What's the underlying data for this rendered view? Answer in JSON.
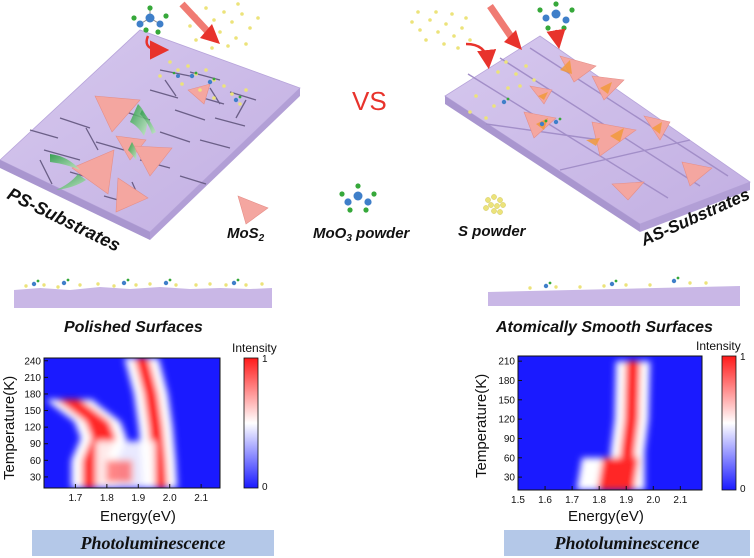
{
  "labels": {
    "vs": "VS",
    "ps_substrates": "PS-Substrates",
    "as_substrates": "AS-Substrates",
    "mos2": "MoS",
    "mos2_sub": "2",
    "moo3_powder_a": "MoO",
    "moo3_sub": "3",
    "moo3_powder_b": " powder",
    "s_powder": "S powder",
    "polished_surfaces": "Polished Surfaces",
    "atomically_smooth_surfaces": "Atomically Smooth Surfaces",
    "photoluminescence_left": "Photoluminescence",
    "photoluminescence_right": "Photoluminescence"
  },
  "colors": {
    "substrate_top": "#c9b7e6",
    "substrate_side": "#a996cf",
    "triangle": "#f4a6a0",
    "arrow": "#e8332c",
    "vs": "#e8332c",
    "sulfur": "#ece37a",
    "mo_atom": "#3f7fc9",
    "o_atom": "#36a83a",
    "banner": "#b4c8e8"
  },
  "icons": [
    "mos2-triangle-icon",
    "moo3-molecule-icon",
    "sulfur-powder-icon",
    "red-flow-arrow-icon"
  ],
  "chart_data": [
    {
      "type": "heatmap",
      "title": "",
      "xlabel": "Energy(eV)",
      "ylabel": "Temperature(K)",
      "colorbar_label": "Intensity",
      "colorbar_ticks": [
        "1",
        "0"
      ],
      "xlim": [
        1.6,
        2.16
      ],
      "ylim": [
        10,
        245
      ],
      "x_ticks": [
        1.7,
        1.8,
        1.9,
        2.0,
        2.1
      ],
      "x_tick_labels": [
        "1.7",
        "1.8",
        "1.9",
        "2.0",
        "2.1"
      ],
      "y_ticks": [
        30,
        60,
        90,
        120,
        150,
        180,
        210,
        240
      ],
      "y_tick_labels": [
        "30",
        "60",
        "90",
        "120",
        "150",
        "180",
        "210",
        "240"
      ],
      "peak_A_energy_vs_temperature": [
        [
          10,
          1.97
        ],
        [
          60,
          1.965
        ],
        [
          120,
          1.955
        ],
        [
          180,
          1.94
        ],
        [
          245,
          1.91
        ]
      ],
      "peak_I_energy_vs_temperature": [
        [
          10,
          1.76
        ],
        [
          60,
          1.76
        ],
        [
          100,
          1.79
        ],
        [
          130,
          1.77
        ],
        [
          160,
          1.7
        ],
        [
          170,
          1.68
        ]
      ],
      "colormap": [
        "#1a1aff",
        "#ffffff",
        "#ff1a1a"
      ]
    },
    {
      "type": "heatmap",
      "title": "",
      "xlabel": "Energy(eV)",
      "ylabel": "Temperature(K)",
      "colorbar_label": "Intensity",
      "colorbar_ticks": [
        "1",
        "0"
      ],
      "xlim": [
        1.5,
        2.18
      ],
      "ylim": [
        10,
        218
      ],
      "x_ticks": [
        1.5,
        1.6,
        1.7,
        1.8,
        1.9,
        2.0,
        2.1
      ],
      "x_tick_labels": [
        "1.5",
        "1.6",
        "1.7",
        "1.8",
        "1.9",
        "2.0",
        "2.1"
      ],
      "y_ticks": [
        30,
        60,
        90,
        120,
        150,
        180,
        210
      ],
      "y_tick_labels": [
        "30",
        "60",
        "90",
        "120",
        "150",
        "180",
        "210"
      ],
      "peak_A_energy_vs_temperature": [
        [
          10,
          1.905
        ],
        [
          70,
          1.905
        ],
        [
          120,
          1.92
        ],
        [
          210,
          1.925
        ]
      ],
      "low_temperature_shoulder": [
        [
          10,
          1.82
        ],
        [
          60,
          1.84
        ]
      ],
      "colormap": [
        "#1a1aff",
        "#ffffff",
        "#ff1a1a"
      ]
    }
  ]
}
